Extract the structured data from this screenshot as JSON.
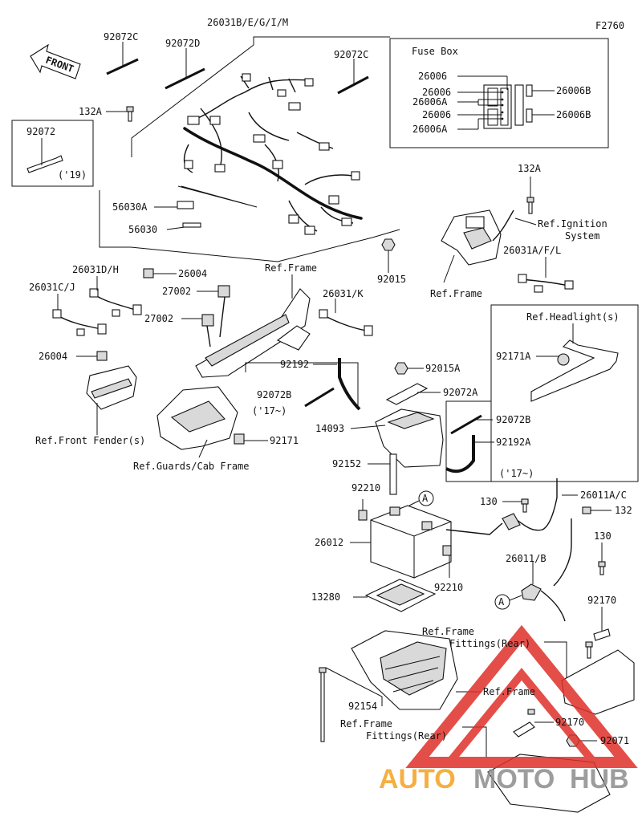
{
  "figure_code": "F2760",
  "front_label": "FRONT",
  "fuse_box_title": "Fuse Box",
  "parts": [
    {
      "id": "p_26031B",
      "label": "26031B/E/G/I/M"
    },
    {
      "id": "p_92072C_a",
      "label": "92072C"
    },
    {
      "id": "p_92072D",
      "label": "92072D"
    },
    {
      "id": "p_92072C_b",
      "label": "92072C"
    },
    {
      "id": "p_132A_a",
      "label": "132A"
    },
    {
      "id": "p_92072",
      "label": "92072"
    },
    {
      "id": "p_19",
      "label": "('19)"
    },
    {
      "id": "p_56030A",
      "label": "56030A"
    },
    {
      "id": "p_56030",
      "label": "56030"
    },
    {
      "id": "p_26004_a",
      "label": "26004"
    },
    {
      "id": "p_92015",
      "label": "92015"
    },
    {
      "id": "p_26006_a",
      "label": "26006"
    },
    {
      "id": "p_26006_b",
      "label": "26006"
    },
    {
      "id": "p_26006A_a",
      "label": "26006A"
    },
    {
      "id": "p_26006_c",
      "label": "26006"
    },
    {
      "id": "p_26006A_b",
      "label": "26006A"
    },
    {
      "id": "p_26006B_a",
      "label": "26006B"
    },
    {
      "id": "p_26006B_b",
      "label": "26006B"
    },
    {
      "id": "p_132A_b",
      "label": "132A"
    },
    {
      "id": "p_ref_ign_1",
      "label": "Ref.Ignition"
    },
    {
      "id": "p_ref_ign_2",
      "label": "System"
    },
    {
      "id": "p_26031A",
      "label": "26031A/F/L"
    },
    {
      "id": "p_ref_frame_a",
      "label": "Ref.Frame"
    },
    {
      "id": "p_26031D",
      "label": "26031D/H"
    },
    {
      "id": "p_26031C",
      "label": "26031C/J"
    },
    {
      "id": "p_ref_frame_b",
      "label": "Ref.Frame"
    },
    {
      "id": "p_27002_a",
      "label": "27002"
    },
    {
      "id": "p_27002_b",
      "label": "27002"
    },
    {
      "id": "p_26031K",
      "label": "26031/K"
    },
    {
      "id": "p_26004_b",
      "label": "26004"
    },
    {
      "id": "p_ref_headlight",
      "label": "Ref.Headlight(s)"
    },
    {
      "id": "p_92171A",
      "label": "92171A"
    },
    {
      "id": "p_92192",
      "label": "92192"
    },
    {
      "id": "p_92015A",
      "label": "92015A"
    },
    {
      "id": "p_92072B_a",
      "label": "92072B"
    },
    {
      "id": "p_92072A",
      "label": "92072A"
    },
    {
      "id": "p_17_a",
      "label": "('17~)"
    },
    {
      "id": "p_14093",
      "label": "14093"
    },
    {
      "id": "p_92072B_b",
      "label": "92072B"
    },
    {
      "id": "p_92192A",
      "label": "92192A"
    },
    {
      "id": "p_17_b",
      "label": "('17~)"
    },
    {
      "id": "p_ref_fender",
      "label": "Ref.Front Fender(s)"
    },
    {
      "id": "p_92171",
      "label": "92171"
    },
    {
      "id": "p_ref_guards",
      "label": "Ref.Guards/Cab Frame"
    },
    {
      "id": "p_92152",
      "label": "92152"
    },
    {
      "id": "p_26011A",
      "label": "26011A/C"
    },
    {
      "id": "p_92210_a",
      "label": "92210"
    },
    {
      "id": "p_callout_a1",
      "label": "A"
    },
    {
      "id": "p_130_a",
      "label": "130"
    },
    {
      "id": "p_132",
      "label": "132"
    },
    {
      "id": "p_26012",
      "label": "26012"
    },
    {
      "id": "p_130_b",
      "label": "130"
    },
    {
      "id": "p_92210_b",
      "label": "92210"
    },
    {
      "id": "p_26011B",
      "label": "26011/B"
    },
    {
      "id": "p_13280",
      "label": "13280"
    },
    {
      "id": "p_callout_a2",
      "label": "A"
    },
    {
      "id": "p_92170_a",
      "label": "92170"
    },
    {
      "id": "p_ref_frame_fit_a1",
      "label": "Ref.Frame"
    },
    {
      "id": "p_ref_frame_fit_a2",
      "label": "Fittings(Rear)"
    },
    {
      "id": "p_ref_frame_c",
      "label": "Ref.Frame"
    },
    {
      "id": "p_92154",
      "label": "92154"
    },
    {
      "id": "p_ref_frame_fit_b1",
      "label": "Ref.Frame"
    },
    {
      "id": "p_ref_frame_fit_b2",
      "label": "Fittings(Rear)"
    },
    {
      "id": "p_92170_b",
      "label": "92170"
    },
    {
      "id": "p_92071",
      "label": "92071"
    }
  ],
  "watermark": {
    "part1": "AUTO",
    "part2": "MOTO",
    "part3": "HUB"
  },
  "colors": {
    "line": "#111111",
    "watermark_red": "#e0302a",
    "watermark_orange": "#f4a21f",
    "watermark_gray": "#8c8c8c"
  }
}
